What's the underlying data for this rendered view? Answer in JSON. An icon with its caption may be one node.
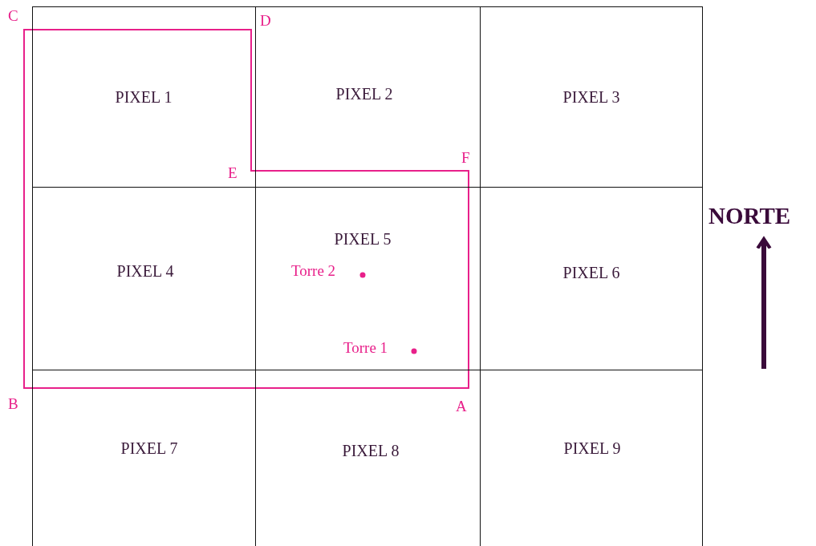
{
  "diagram": {
    "nodes": [
      {
        "text": [
          "PIXEL 1"
        ]
      },
      {
        "text": [
          "PIXEL 2"
        ]
      },
      {
        "text": [
          "PIXEL 3"
        ]
      },
      {
        "text": [
          "PIXEL 4"
        ]
      },
      {
        "text": [
          "PIXEL 5"
        ]
      },
      {
        "text": [
          "PIXEL 6"
        ]
      },
      {
        "text": [
          "PIXEL 7"
        ]
      },
      {
        "text": [
          "PIXEL 8"
        ]
      },
      {
        "text": [
          "PIXEL 9"
        ]
      }
    ],
    "labels": [
      "C",
      "D",
      "E",
      "F",
      "NORTE",
      "Torre 2",
      "Torre 1",
      "B",
      "A"
    ]
  }
}
